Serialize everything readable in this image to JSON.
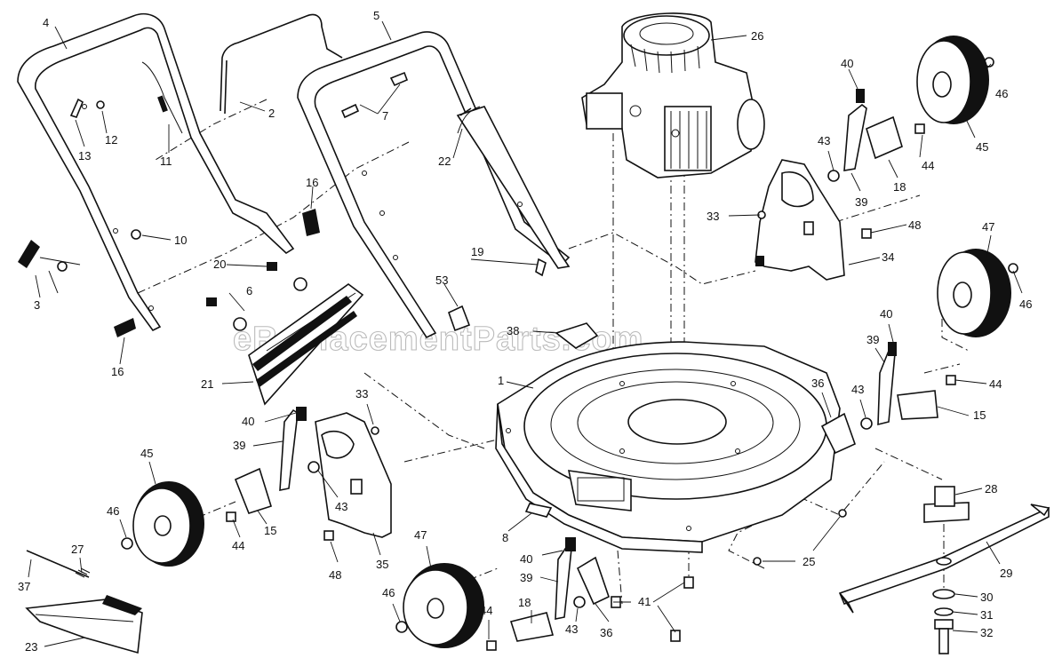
{
  "watermark": "eReplacementParts.com",
  "callouts": {
    "c1": "1",
    "c2": "2",
    "c3": "3",
    "c4": "4",
    "c5": "5",
    "c6": "6",
    "c7": "7",
    "c8": "8",
    "c10": "10",
    "c11": "11",
    "c12": "12",
    "c13": "13",
    "c15a": "15",
    "c15b": "15",
    "c16a": "16",
    "c16b": "16",
    "c18a": "18",
    "c18b": "18",
    "c19": "19",
    "c20": "20",
    "c21": "21",
    "c22": "22",
    "c23": "23",
    "c25": "25",
    "c26": "26",
    "c27": "27",
    "c28": "28",
    "c29": "29",
    "c30": "30",
    "c31": "31",
    "c32": "32",
    "c33a": "33",
    "c33b": "33",
    "c34": "34",
    "c35": "35",
    "c36a": "36",
    "c36b": "36",
    "c37": "37",
    "c38": "38",
    "c39a": "39",
    "c39b": "39",
    "c39c": "39",
    "c39d": "39",
    "c40a": "40",
    "c40b": "40",
    "c40c": "40",
    "c40d": "40",
    "c41": "41",
    "c43a": "43",
    "c43b": "43",
    "c43c": "43",
    "c43d": "43",
    "c44a": "44",
    "c44b": "44",
    "c44c": "44",
    "c44d": "44",
    "c45a": "45",
    "c45b": "45",
    "c46a": "46",
    "c46b": "46",
    "c46c": "46",
    "c46d": "46",
    "c47a": "47",
    "c47b": "47",
    "c48a": "48",
    "c48b": "48",
    "c53": "53"
  }
}
